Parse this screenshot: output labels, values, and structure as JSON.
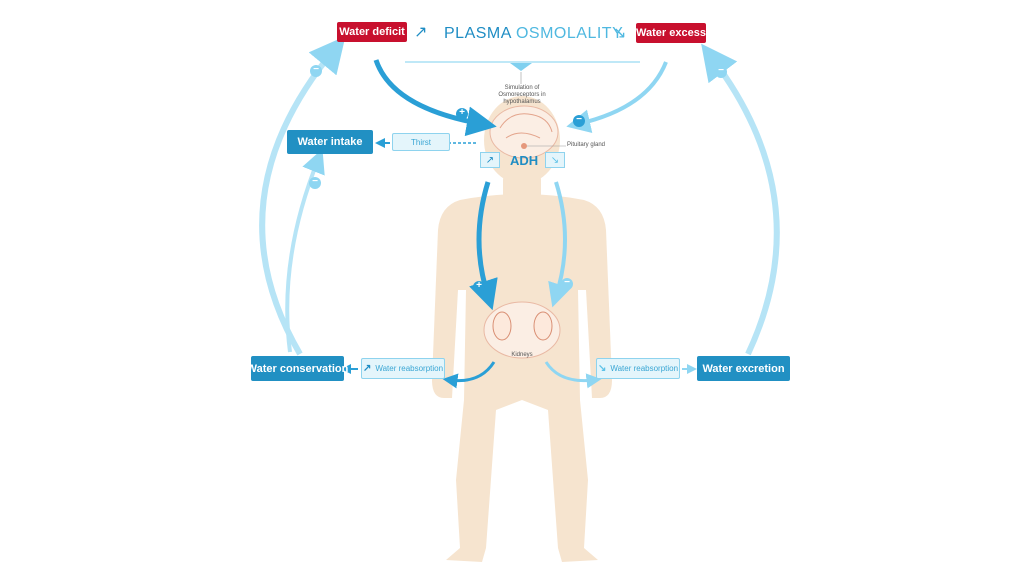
{
  "header": {
    "title_part1": "PLASMA",
    "title_part2": "OSMOLALITY",
    "up_arrow": "↗",
    "down_arrow": "↘"
  },
  "nodes": {
    "water_deficit": "Water deficit",
    "water_excess": "Water excess",
    "water_intake": "Water intake",
    "thirst": "Thirst",
    "adh": "ADH",
    "pituitary_gland": "Pituitary gland",
    "osmoreceptors": "Simulation of Osmoreceptors in hypothalamus",
    "kidneys": "Kidneys",
    "water_conservation": "Water conservation",
    "water_excretion": "Water excretion",
    "water_reabsorption_left": "Water reabsorption",
    "water_reabsorption_right": "Water reabsorption"
  },
  "signs": {
    "plus": "+",
    "minus": "−"
  },
  "colors": {
    "deficit_red": "#c8102e",
    "node_blue": "#2190c3",
    "arrow_dark": "#2a9fd6",
    "arrow_light": "#8fd6f2",
    "body_skin": "#f6e4cf"
  }
}
